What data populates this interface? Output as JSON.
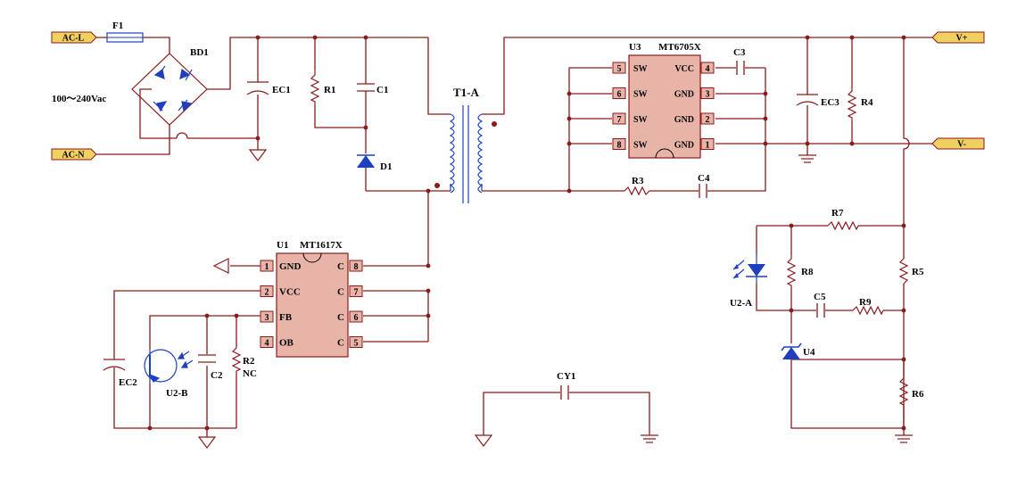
{
  "colors": {
    "wire": "#8b1a1a",
    "component": "#8b1a1a",
    "chip_fill": "#e8b4a8",
    "pin_fill": "#e8b4a8",
    "diode": "#1f3fbf",
    "net_port_fill": "#f0d060",
    "text": "#000000"
  },
  "ports": {
    "ac_l": "AC-L",
    "ac_n": "AC-N",
    "v_plus": "V+",
    "v_minus": "V-"
  },
  "labels": {
    "fuse": "F1",
    "bridge": "BD1",
    "input_voltage": "100～240Vac",
    "ec1": "EC1",
    "r1": "R1",
    "c1": "C1",
    "d1": "D1",
    "transformer": "T1-A",
    "ec3": "EC3",
    "r4": "R4",
    "c3": "C3",
    "r3": "R3",
    "c4": "C4",
    "r7": "R7",
    "r8": "R8",
    "r5": "R5",
    "c5": "C5",
    "r9": "R9",
    "u2a": "U2-A",
    "u4": "U4",
    "r6": "R6",
    "cy1": "CY1",
    "ec2": "EC2",
    "u2b": "U2-B",
    "c2": "C2",
    "r2": "R2",
    "r2_note": "NC"
  },
  "u3": {
    "ref": "U3",
    "part": "MT6705X",
    "left_pins": [
      {
        "num": "5",
        "name": "SW"
      },
      {
        "num": "6",
        "name": "SW"
      },
      {
        "num": "7",
        "name": "SW"
      },
      {
        "num": "8",
        "name": "SW"
      }
    ],
    "right_pins": [
      {
        "num": "4",
        "name": "VCC"
      },
      {
        "num": "3",
        "name": "GND"
      },
      {
        "num": "2",
        "name": "GND"
      },
      {
        "num": "1",
        "name": "GND"
      }
    ]
  },
  "u1": {
    "ref": "U1",
    "part": "MT1617X",
    "left_pins": [
      {
        "num": "1",
        "name": "GND"
      },
      {
        "num": "2",
        "name": "VCC"
      },
      {
        "num": "3",
        "name": "FB"
      },
      {
        "num": "4",
        "name": "OB"
      }
    ],
    "right_pins": [
      {
        "num": "8",
        "name": "C"
      },
      {
        "num": "7",
        "name": "C"
      },
      {
        "num": "6",
        "name": "C"
      },
      {
        "num": "5",
        "name": "C"
      }
    ]
  }
}
